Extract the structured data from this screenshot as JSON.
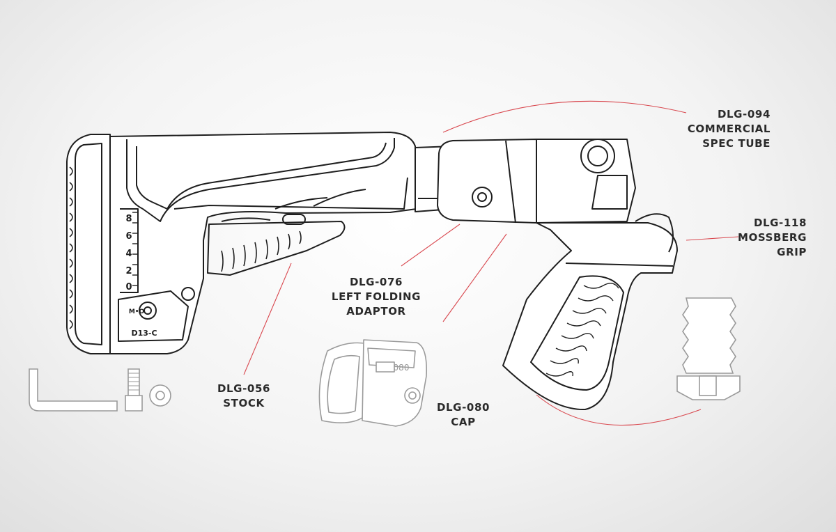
{
  "colors": {
    "background": "#f2f2f2",
    "outline": "#1e1e1e",
    "leader_line": "#d9484f",
    "light_part": "#9a9a9a",
    "label_text": "#2a2a2a"
  },
  "callouts": {
    "spec_tube": {
      "code": "DLG-094",
      "lines": [
        "COMMERCIAL",
        "SPEC TUBE"
      ]
    },
    "grip": {
      "code": "DLG-118",
      "lines": [
        "MOSSBERG",
        "GRIP"
      ]
    },
    "adaptor": {
      "code": "DLG-076",
      "lines": [
        "LEFT FOLDING",
        "ADAPTOR"
      ]
    },
    "stock": {
      "code": "DLG-056",
      "lines": [
        "STOCK"
      ]
    },
    "cap": {
      "code": "DLG-080",
      "lines": [
        "CAP"
      ]
    }
  },
  "engravings": {
    "stock_scale": [
      "8",
      "6",
      "4",
      "2",
      "0"
    ],
    "stock_model": "D13-C",
    "stock_logo": "M•O",
    "cap_number": "080"
  }
}
